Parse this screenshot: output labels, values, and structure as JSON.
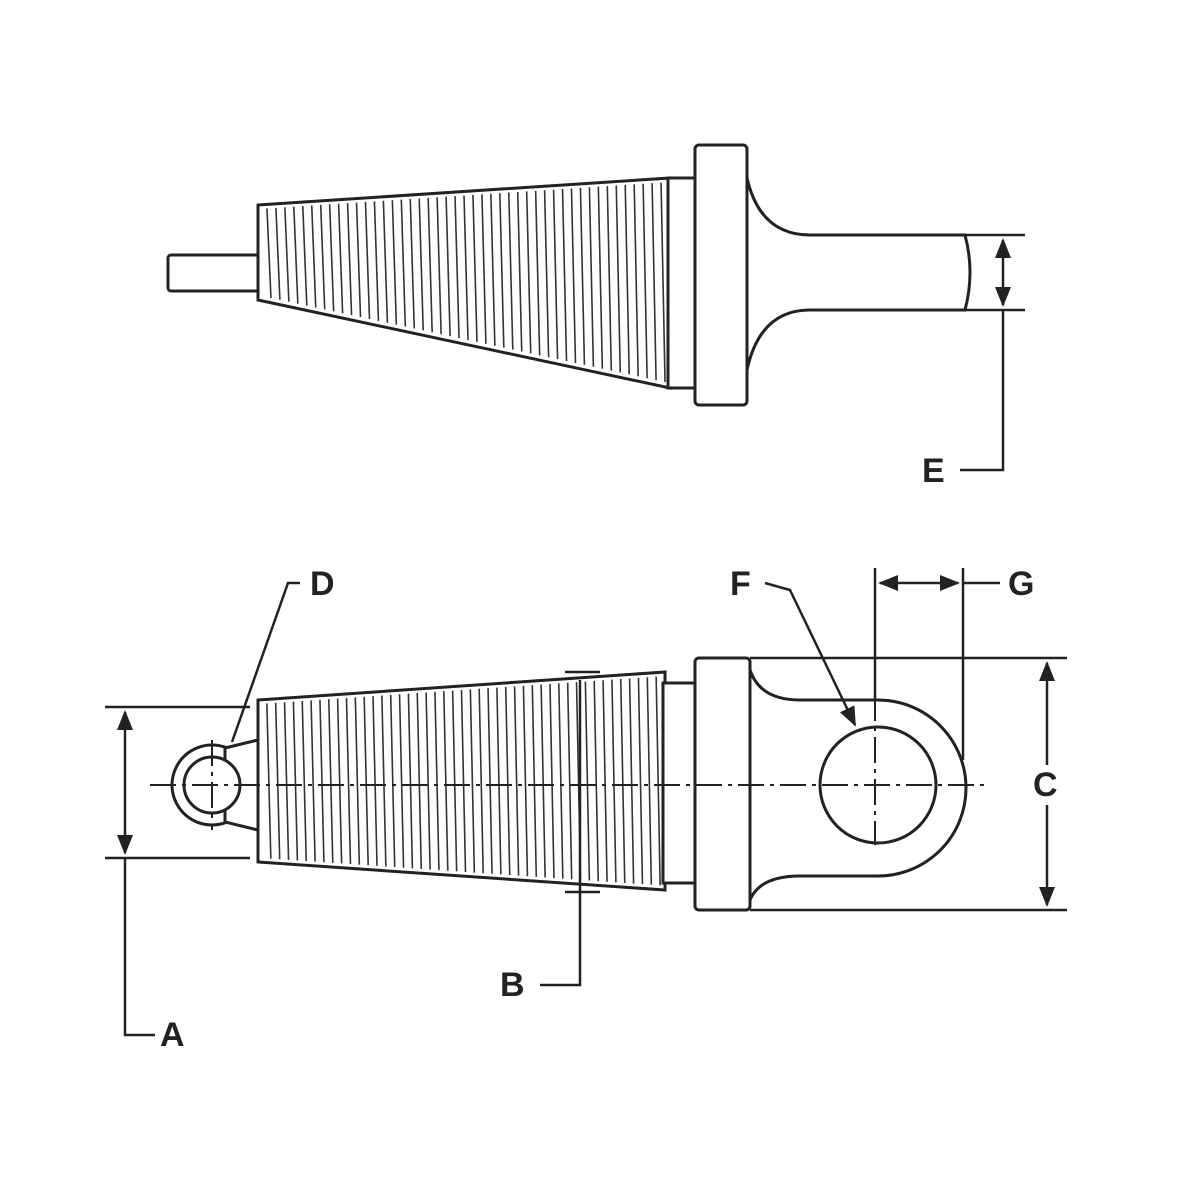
{
  "labels": {
    "a": "A",
    "b": "B",
    "c": "C",
    "d": "D",
    "e": "E",
    "f": "F",
    "g": "G"
  },
  "colors": {
    "line": "#222222",
    "background": "#ffffff"
  }
}
